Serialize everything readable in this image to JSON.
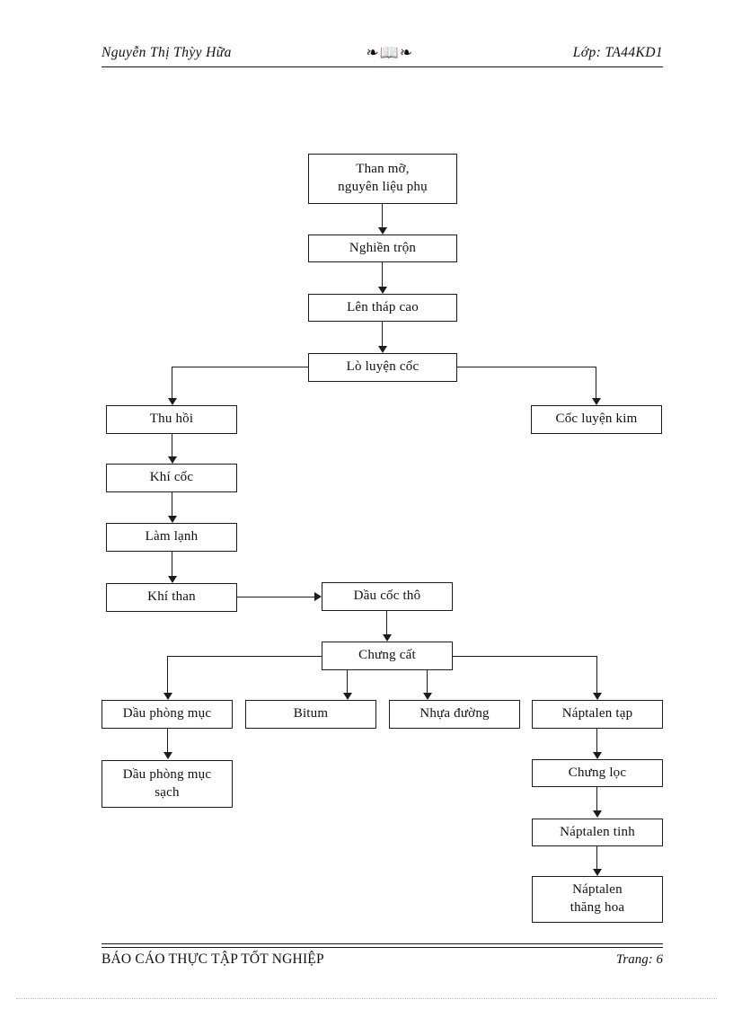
{
  "page": {
    "header": {
      "left": "Nguyễn Thị Thỳy Hữa",
      "ornament": "❧📖❧",
      "ornament_icon": "open-book-ornament",
      "right": "Lớp: TA44KD1"
    },
    "footer": {
      "left": "BÁO CÁO THỰC TẬP TỐT NGHIỆP",
      "right": "Trang: 6"
    }
  },
  "chart_data": {
    "type": "flowchart",
    "title": "",
    "nodes": [
      {
        "id": "n1",
        "label": "Than mỡ,\nnguyên liệu phụ",
        "line1": "Than mỡ,",
        "line2": "nguyên liệu phụ"
      },
      {
        "id": "n2",
        "label": "Nghiền trộn"
      },
      {
        "id": "n3",
        "label": "Lên tháp cao"
      },
      {
        "id": "n4",
        "label": "Lò luyện cốc"
      },
      {
        "id": "n5",
        "label": "Thu hồi"
      },
      {
        "id": "n6",
        "label": "Cốc luyện kim"
      },
      {
        "id": "n7",
        "label": "Khí cốc"
      },
      {
        "id": "n8",
        "label": "Làm lạnh"
      },
      {
        "id": "n9",
        "label": "Khí than"
      },
      {
        "id": "n10",
        "label": "Dầu cốc thô"
      },
      {
        "id": "n11",
        "label": "Chưng cất"
      },
      {
        "id": "n12",
        "label": "Dầu phòng mục"
      },
      {
        "id": "n13",
        "label": "Bitum"
      },
      {
        "id": "n14",
        "label": "Nhựa đường"
      },
      {
        "id": "n15",
        "label": "Náptalen tạp"
      },
      {
        "id": "n16",
        "line1": "Dầu phòng mục",
        "line2": "sạch",
        "label": "Dầu phòng mục sạch"
      },
      {
        "id": "n17",
        "label": "Chưng lọc"
      },
      {
        "id": "n18",
        "label": "Náptalen tinh"
      },
      {
        "id": "n19",
        "line1": "Náptalen",
        "line2": "thăng hoa",
        "label": "Náptalen thăng hoa"
      }
    ],
    "edges": [
      {
        "from": "n1",
        "to": "n2"
      },
      {
        "from": "n2",
        "to": "n3"
      },
      {
        "from": "n3",
        "to": "n4"
      },
      {
        "from": "n4",
        "to": "n5"
      },
      {
        "from": "n4",
        "to": "n6"
      },
      {
        "from": "n5",
        "to": "n7"
      },
      {
        "from": "n7",
        "to": "n8"
      },
      {
        "from": "n8",
        "to": "n9"
      },
      {
        "from": "n9",
        "to": "n10"
      },
      {
        "from": "n10",
        "to": "n11"
      },
      {
        "from": "n11",
        "to": "n12"
      },
      {
        "from": "n11",
        "to": "n13"
      },
      {
        "from": "n11",
        "to": "n14"
      },
      {
        "from": "n11",
        "to": "n15"
      },
      {
        "from": "n12",
        "to": "n16"
      },
      {
        "from": "n15",
        "to": "n17"
      },
      {
        "from": "n17",
        "to": "n18"
      },
      {
        "from": "n18",
        "to": "n19"
      }
    ],
    "colors": {
      "line": "#1c1c1c",
      "box_fill": "#ffffff",
      "text": "#101010"
    }
  }
}
